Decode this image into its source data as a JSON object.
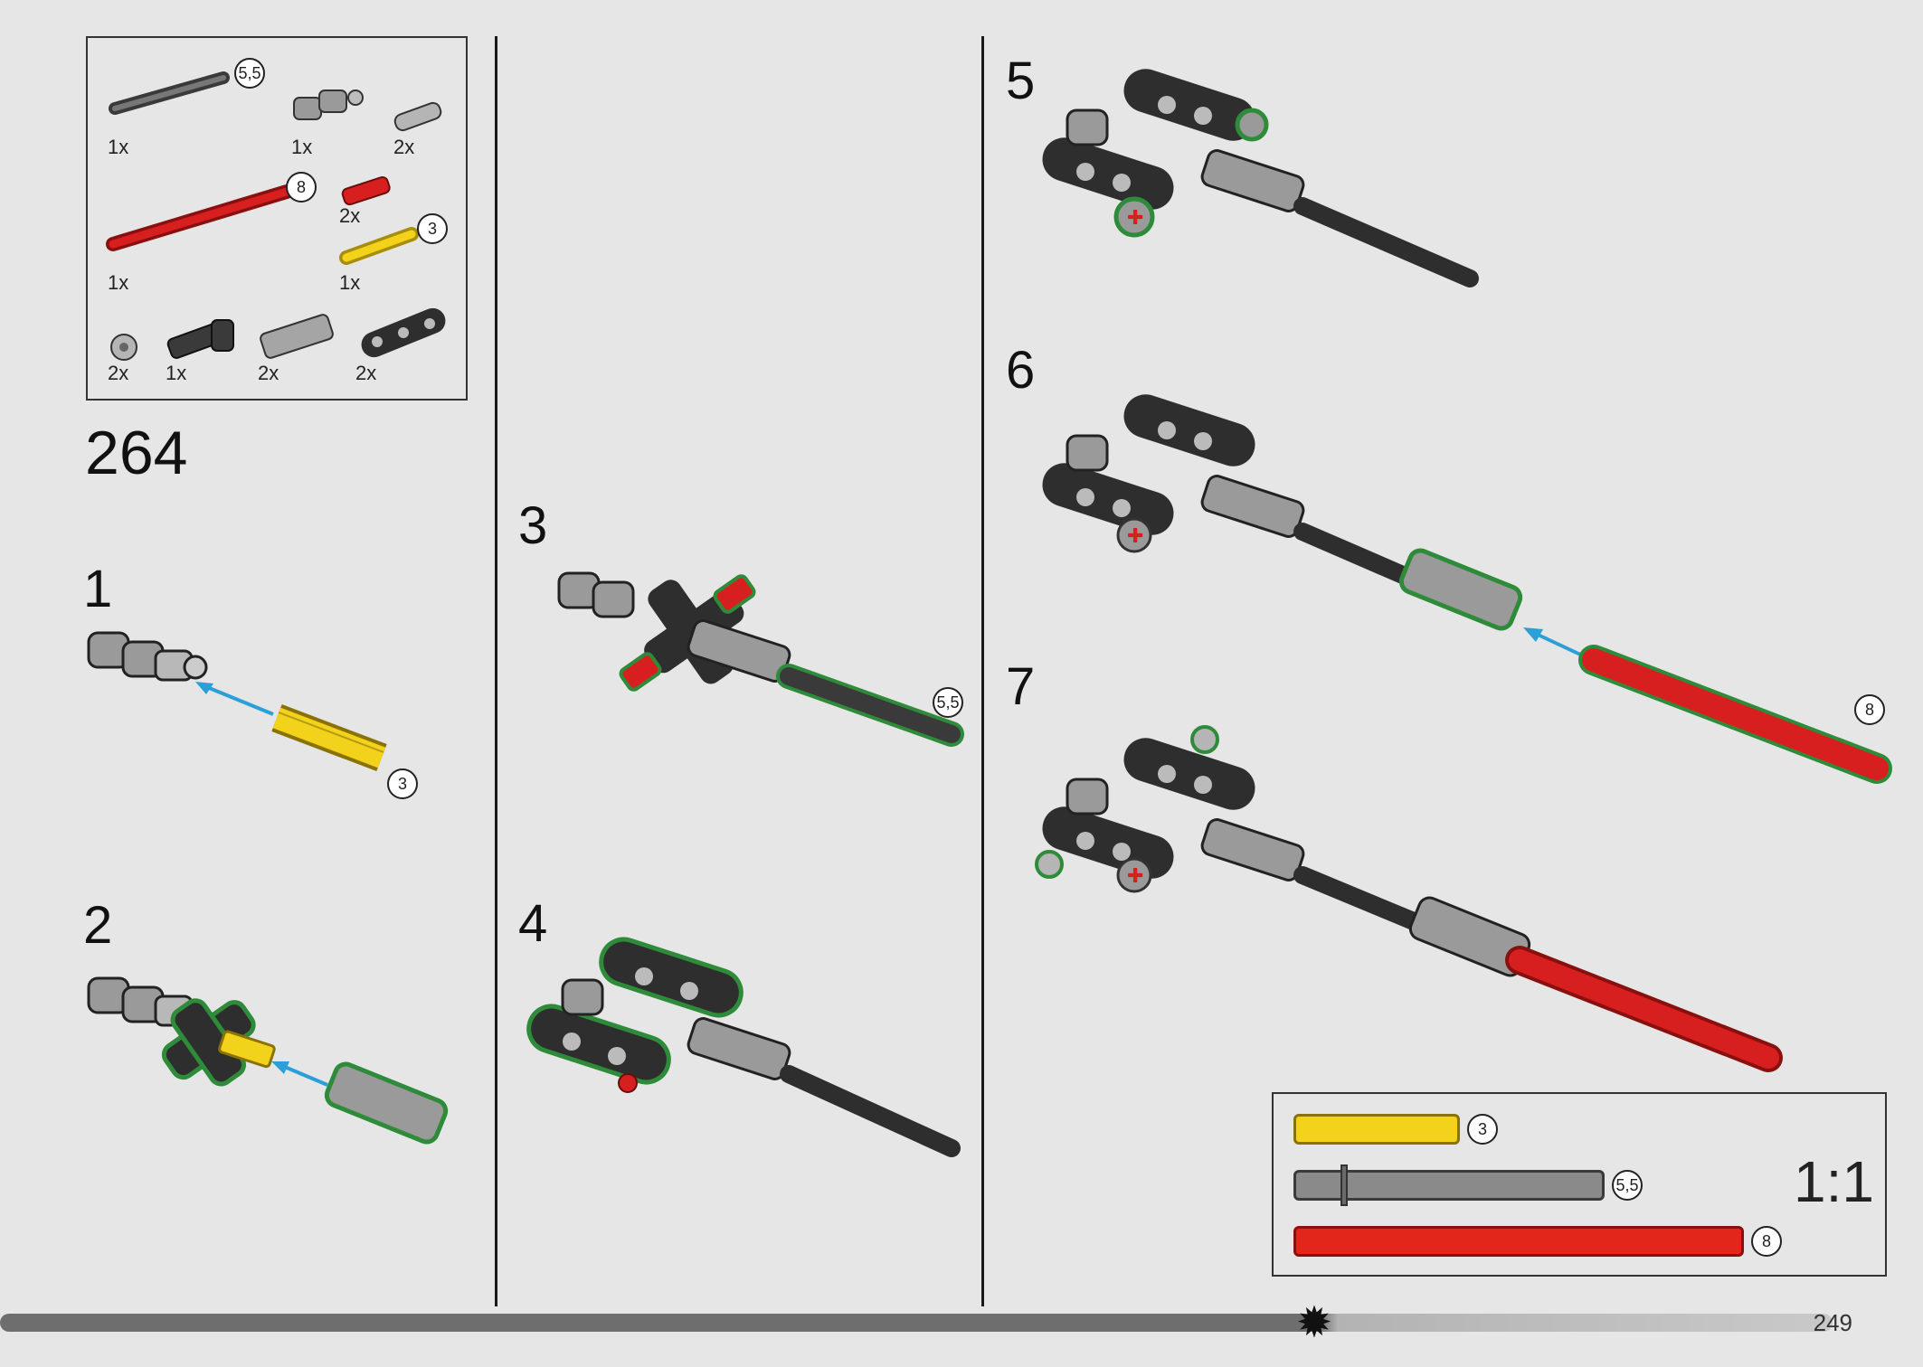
{
  "page_step": "264",
  "page_number": "249",
  "scale_label": "1:1",
  "parts": [
    {
      "name": "grey axle",
      "qty": "1x",
      "callout": "5,5"
    },
    {
      "name": "universal joint",
      "qty": "1x"
    },
    {
      "name": "grey pin",
      "qty": "2x"
    },
    {
      "name": "red axle",
      "qty": "1x",
      "callout": "8"
    },
    {
      "name": "red pin",
      "qty": "2x"
    },
    {
      "name": "yellow axle",
      "qty": "1x",
      "callout": "3"
    },
    {
      "name": "bush",
      "qty": "2x"
    },
    {
      "name": "cross connector",
      "qty": "1x"
    },
    {
      "name": "axle connector",
      "qty": "2x"
    },
    {
      "name": "beam",
      "qty": "2x"
    }
  ],
  "steps": [
    {
      "num": "1",
      "callout": "3"
    },
    {
      "num": "2"
    },
    {
      "num": "3",
      "callout": "5,5"
    },
    {
      "num": "4"
    },
    {
      "num": "5"
    },
    {
      "num": "6",
      "callout": "8"
    },
    {
      "num": "7"
    }
  ],
  "scale_items": [
    {
      "callout": "3",
      "color": "#f2d21b"
    },
    {
      "callout": "5,5",
      "color": "#8a8a8a"
    },
    {
      "callout": "8",
      "color": "#e3261b"
    }
  ],
  "colors": {
    "background": "#e6e6e6",
    "red": "#d81f1f",
    "yellow": "#f2d21b",
    "grey": "#8a8a8a",
    "dark": "#2e2e2e",
    "highlight": "#2e8b3a",
    "arrow": "#2a9fd8"
  }
}
